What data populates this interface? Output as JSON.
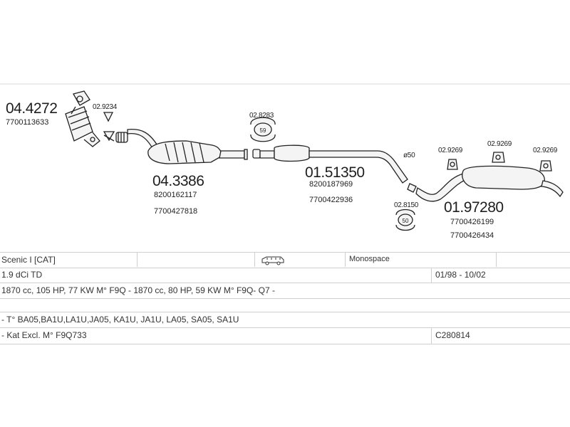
{
  "parts": {
    "cat_front": {
      "code": "04.4272",
      "oem": "7700113633"
    },
    "clamp_1": {
      "code": "02.9234"
    },
    "cat_main": {
      "code": "04.3386",
      "oem": [
        "8200162117",
        "7700427818"
      ]
    },
    "clamp_2": {
      "code": "02.8283"
    },
    "middle": {
      "code": "01.51350",
      "oem": [
        "8200187969",
        "7700422936"
      ]
    },
    "diameter": "ø50",
    "clamp_3": {
      "code": "02.8150"
    },
    "hanger_1": {
      "code": "02.9269"
    },
    "hanger_2": {
      "code": "02.9269"
    },
    "hanger_3": {
      "code": "02.9269"
    },
    "rear": {
      "code": "01.97280",
      "oem": [
        "7700426199",
        "7700426434"
      ]
    }
  },
  "table": {
    "model": "Scenic I  [CAT]",
    "body": "Monospace",
    "engine": "1.9 dCi TD",
    "years": "01/98 - 10/02",
    "specs": "1870 cc, 105 HP, 77 KW M° F9Q - 1870 cc, 80 HP, 59 KW M° F9Q- Q7 -",
    "types": "- T° BA05,BA1U,LA1U,JA05, KA1U, JA1U, LA05, SA05, SA1U",
    "note": "- Kat Excl. M° F9Q733",
    "ref": "C280814"
  },
  "colors": {
    "line": "#222222",
    "part_fill": "#f4f4f4",
    "grid": "#cfcfcf"
  }
}
